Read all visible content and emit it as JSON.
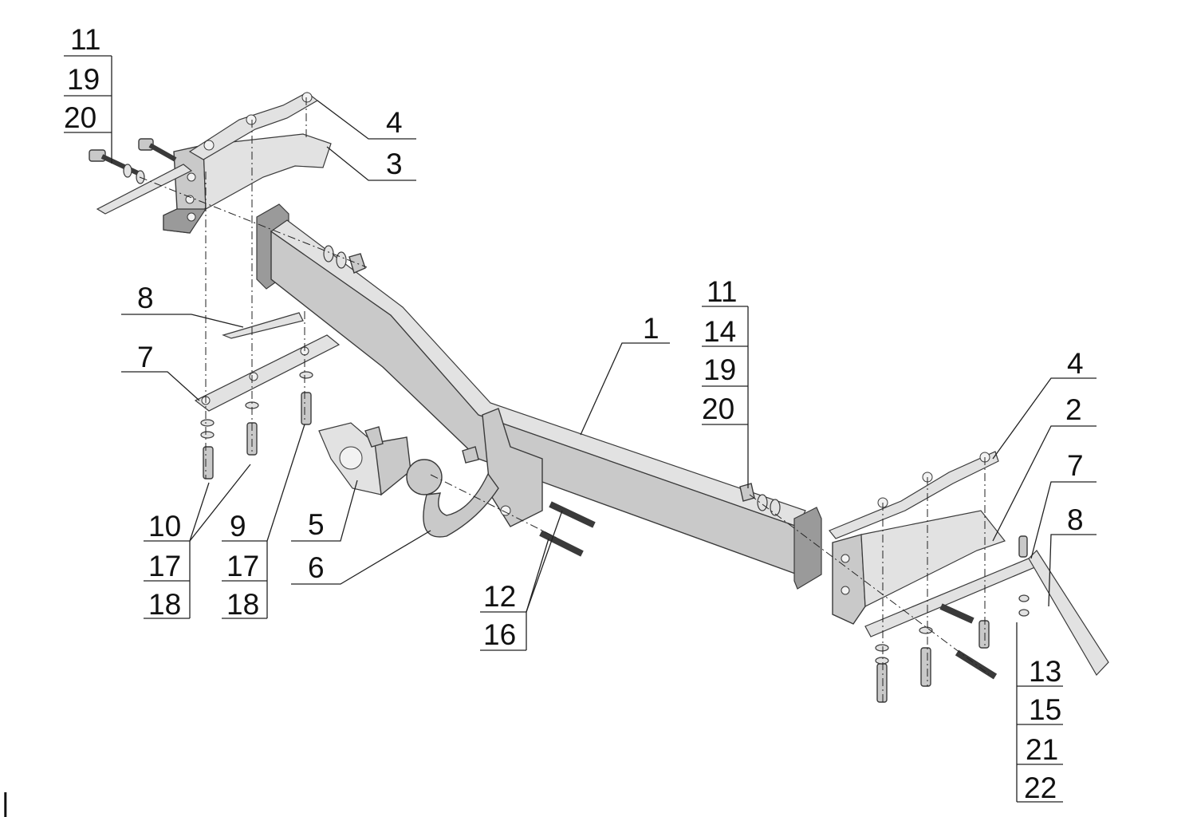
{
  "callouts": {
    "top_left_stack": [
      "11",
      "19",
      "20"
    ],
    "part_4_top": "4",
    "part_3": "3",
    "part_8_left": "8",
    "part_7_left": "7",
    "part_1": "1",
    "mid_stack": [
      "11",
      "14",
      "19",
      "20"
    ],
    "part_4_right": "4",
    "part_2": "2",
    "part_7_right": "7",
    "part_8_right": "8",
    "part_5": "5",
    "part_6": "6",
    "stack_10": [
      "10",
      "17",
      "18"
    ],
    "stack_9": [
      "9",
      "17",
      "18"
    ],
    "stack_12": [
      "12",
      "16"
    ],
    "stack_13": [
      "13",
      "15",
      "21",
      "22"
    ]
  },
  "page_marker": "|"
}
